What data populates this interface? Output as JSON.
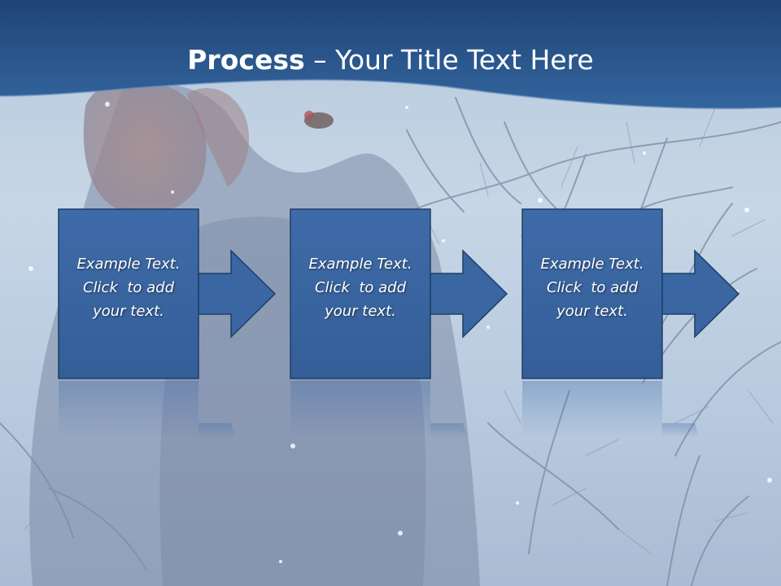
{
  "slide": {
    "title_bold": "Process",
    "title_rest": " – Your Title Text Here",
    "colors": {
      "header": "#2b5a93",
      "box_fill": "#3a66a2",
      "box_stroke": "#1f3e66",
      "background": "#c0d1e3"
    }
  },
  "steps": [
    {
      "line1": "Example Text.",
      "line2": "Click  to add",
      "line3": "your text."
    },
    {
      "line1": "Example Text.",
      "line2": "Click  to add",
      "line3": "your text."
    },
    {
      "line1": "Example Text.",
      "line2": "Click  to add",
      "line3": "your text."
    }
  ],
  "icons": {
    "connector": "arrow-right-icon",
    "background": "winter-branches-photo"
  }
}
